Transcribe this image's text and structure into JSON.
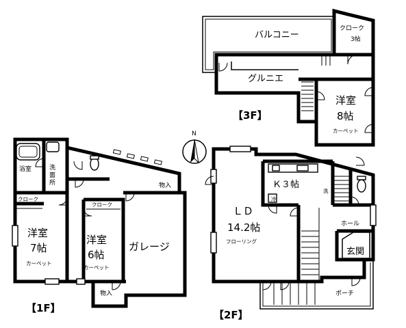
{
  "floors": {
    "f1": {
      "tag": "【1F】",
      "rooms": {
        "bath": "浴室",
        "washroom": "洗\n面\n所",
        "cloak_left": "クローク",
        "western7_name": "洋室",
        "western7_size": "7帖",
        "western7_floor": "カーペット",
        "cloak_mid": "クローク",
        "western6_name": "洋室",
        "western6_size": "6帖",
        "western6_floor": "カーペット",
        "garage": "ガレージ",
        "storage_top": "物入",
        "storage_bottom": "物入"
      }
    },
    "f2": {
      "tag": "【2F】",
      "rooms": {
        "ld_name": "ＬＤ",
        "ld_size": "14.2帖",
        "ld_floor": "フローリング",
        "kitchen": "Ｋ３帖",
        "fridge": "冷",
        "wash": "洗",
        "hall": "ホール",
        "entrance": "玄関",
        "porch": "ポーチ"
      }
    },
    "f3": {
      "tag": "【3F】",
      "rooms": {
        "balcony": "バルコニー",
        "gurunie": "グルニエ",
        "cloak_name": "クローク",
        "cloak_size": "3帖",
        "western8_name": "洋室",
        "western8_size": "8帖",
        "western8_floor": "カーペット"
      }
    }
  },
  "compass": {
    "north_label": "N"
  }
}
